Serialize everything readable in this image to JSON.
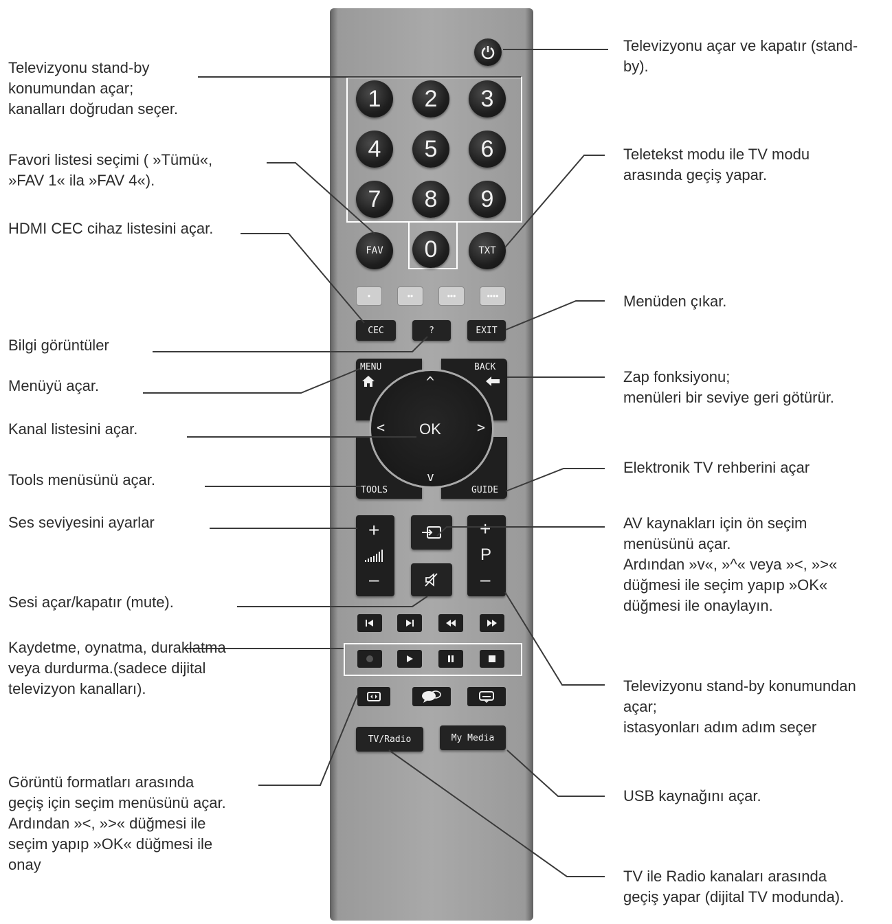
{
  "remote": {
    "numbers": [
      "1",
      "2",
      "3",
      "4",
      "5",
      "6",
      "7",
      "8",
      "9",
      "0"
    ],
    "fav": "FAV",
    "txt": "TXT",
    "color_buttons": [
      "•",
      "••",
      "•••",
      "••••"
    ],
    "cec": "CEC",
    "info": "?",
    "exit": "EXIT",
    "menu": "MENU",
    "back": "BACK",
    "tools": "TOOLS",
    "guide": "GUIDE",
    "ok": "OK",
    "arrow_up": "^",
    "arrow_down": "v",
    "arrow_left": "<",
    "arrow_right": ">",
    "vol_plus": "+",
    "vol_minus": "–",
    "prog_plus": "+",
    "prog_letter": "P",
    "prog_minus": "–",
    "tv_radio": "TV/Radio",
    "my_media": "My Media"
  },
  "callouts": {
    "standby_numbers": [
      "Televizyonu stand-by",
      "konumundan açar;",
      "kanalları doğrudan seçer."
    ],
    "favorites": [
      " Favori listesi seçimi ( »Tümü«,",
      "»FAV 1« ila »FAV 4«)."
    ],
    "hdmi_cec": [
      " HDMI CEC cihaz listesini açar."
    ],
    "info": [
      "Bilgi görüntüler"
    ],
    "menu": [
      "Menüyü açar."
    ],
    "channel_list": [
      "Kanal listesini açar."
    ],
    "tools": [
      "Tools menüsünü açar."
    ],
    "volume": [
      "Ses seviyesini ayarlar"
    ],
    "mute": [
      "Sesi açar/kapatır (mute)."
    ],
    "record": [
      "Kaydetme, oynatma, duraklatma",
      "veya durdurma.(sadece dijital",
      "televizyon kanalları)."
    ],
    "picture_format": [
      "Görüntü formatları arasında",
      "geçiş için seçim menüsünü açar.",
      "Ardından »<, »>« düğmesi ile",
      "seçim yapıp »OK«  düğmesi ile",
      "onay"
    ],
    "power": [
      "Televizyonu açar ve kapatır (stand-",
      "by)."
    ],
    "teletext": [
      " Teletekst modu ile TV modu",
      "arasında geçiş yapar."
    ],
    "exit": [
      "Menüden çıkar."
    ],
    "zap": [
      " Zap fonksiyonu;",
      "menüleri bir seviye geri götürür."
    ],
    "epg": [
      "Elektronik TV rehberini açar"
    ],
    "av_source": [
      "AV kaynakları için ön seçim",
      "menüsünü açar.",
      "Ardından »v«, »^« veya »<, »>«",
      "düğmesi ile seçim yapıp »OK«",
      "düğmesi ile onaylayın."
    ],
    "program_step": [
      "Televizyonu stand-by konumundan",
      "açar;",
      "istasyonları adım adım seçer"
    ],
    "usb": [
      "USB kaynağını açar."
    ],
    "tv_radio": [
      "TV ile Radio kanaları arasında",
      "geçiş yapar (dijital TV modunda)."
    ]
  }
}
